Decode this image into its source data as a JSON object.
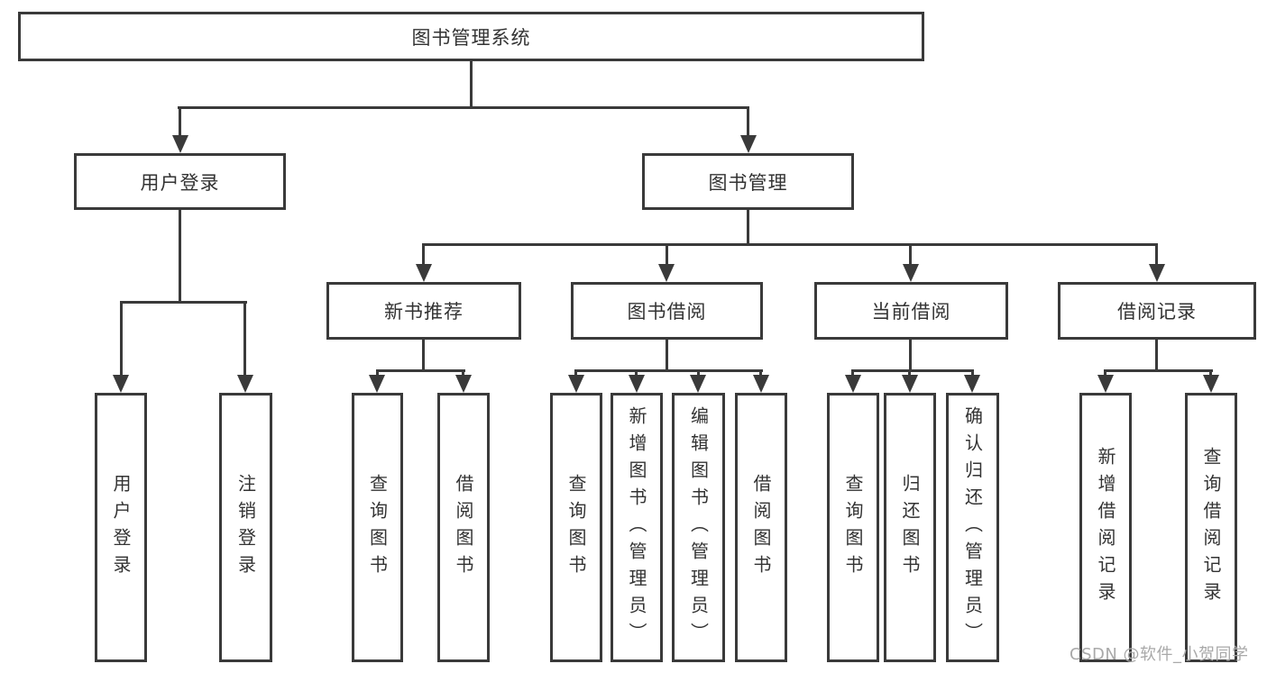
{
  "diagram": {
    "root": "图书管理系统",
    "branches": [
      {
        "label": "用户登录",
        "children": [
          "用户登录",
          "注销登录"
        ]
      },
      {
        "label": "图书管理",
        "children": [
          {
            "label": "新书推荐",
            "children": [
              "查询图书",
              "借阅图书"
            ]
          },
          {
            "label": "图书借阅",
            "children": [
              "查询图书",
              "新增图书（管理员）",
              "编辑图书（管理员）",
              "借阅图书"
            ]
          },
          {
            "label": "当前借阅",
            "children": [
              "查询图书",
              "归还图书",
              "确认归还（管理员）"
            ]
          },
          {
            "label": "借阅记录",
            "children": [
              "新增借阅记录",
              "查询借阅记录"
            ]
          }
        ]
      }
    ]
  },
  "watermark": "CSDN @软件_小贺同学",
  "colors": {
    "line": "#3a3a3a",
    "text": "#333333",
    "watermark": "#a9a9a9"
  }
}
